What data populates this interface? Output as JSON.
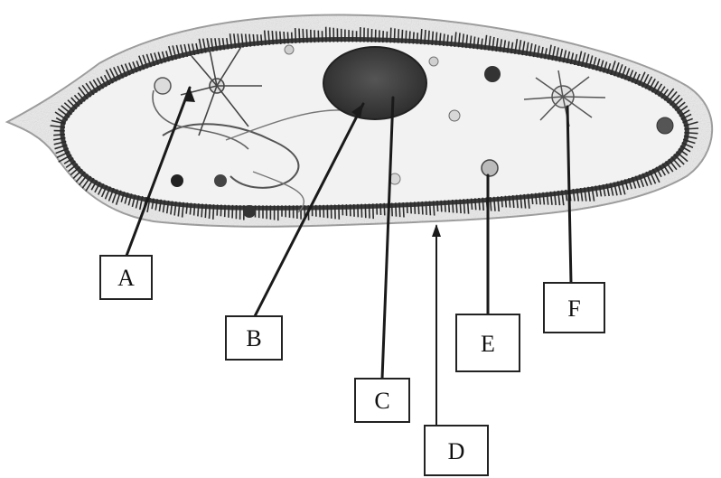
{
  "labels": {
    "A": "A",
    "B": "B",
    "C": "C",
    "D": "D",
    "E": "E",
    "F": "F"
  },
  "colors": {
    "ink": "#1a1a1a",
    "cilia": "#2b2b2b",
    "body_fill": "#e9e9e9",
    "macronucleus": "#3a3a3a"
  }
}
